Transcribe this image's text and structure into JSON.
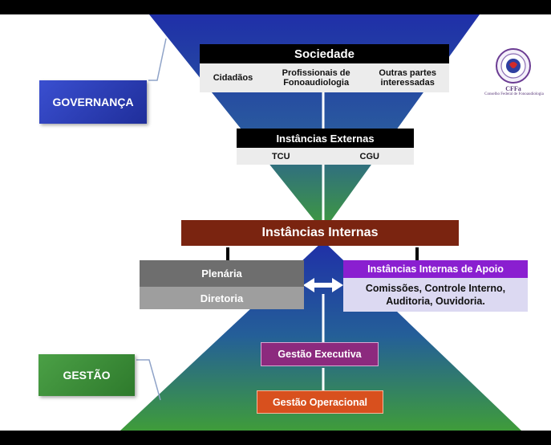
{
  "governanca_label": "GOVERNANÇA",
  "gestao_label": "GESTÃO",
  "sociedade": {
    "title": "Sociedade",
    "items": [
      "Cidadãos",
      "Profissionais de Fonoaudiologia",
      "Outras partes interessadas"
    ]
  },
  "externas": {
    "title": "Instâncias Externas",
    "items": [
      "TCU",
      "CGU"
    ]
  },
  "internas": {
    "title": "Instâncias Internas"
  },
  "plenaria": "Plenária",
  "diretoria": "Diretoria",
  "apoio": {
    "title": "Instâncias Internas de Apoio",
    "body": "Comissões, Controle Interno, Auditoria, Ouvidoria."
  },
  "gestao_executiva": "Gestão Executiva",
  "gestao_operacional": "Gestão Operacional",
  "logo": {
    "abbr": "CFFa",
    "name": "Conselho Federal de Fonoaudiologia"
  },
  "colors": {
    "gradient_top": "#1f2fa8",
    "gradient_bottom": "#3f9c3a",
    "internas_bg": "#7a2410",
    "plenaria_bg": "#6e6e6e",
    "diretoria_bg": "#9e9e9e",
    "apoio_title_bg": "#8a1fd0",
    "apoio_body_bg": "#dcd9f2",
    "gestao_executiva_bg": "#8c2a7e",
    "gestao_operacional_bg": "#d8501e",
    "governanca_bg": "#2d3fb8",
    "gestao_bg": "#3e8f3a"
  }
}
